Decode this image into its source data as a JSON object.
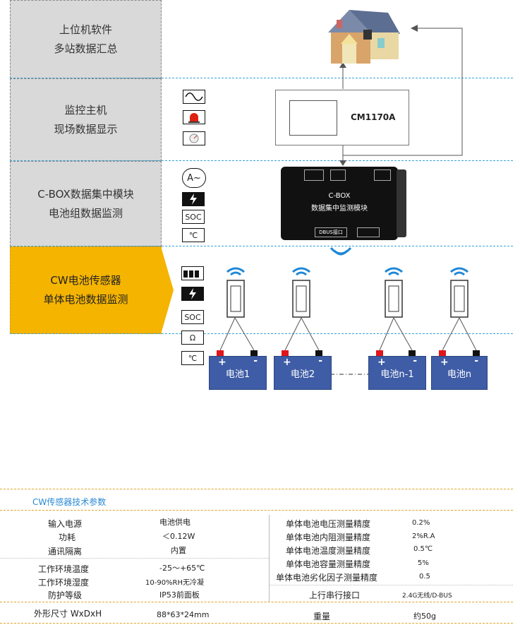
{
  "layers": [
    {
      "line1": "上位机软件",
      "line2": "多站数据汇总"
    },
    {
      "line1": "监控主机",
      "line2": "现场数据显示"
    },
    {
      "line1": "C-BOX数据集中模块",
      "line2": "电池组数据监测"
    },
    {
      "line1": "CW电池传感器",
      "line2": "单体电池数据监测"
    }
  ],
  "monitor": {
    "label": "CM1170A"
  },
  "cbox": {
    "line1": "C-BOX",
    "line2": "数据集中监测模块",
    "port": "DBUS接口"
  },
  "icons": {
    "a_meter": "A~",
    "soc": "SOC",
    "ohm": "Ω",
    "celsius": "℃"
  },
  "batteries": [
    {
      "label": "电池1"
    },
    {
      "label": "电池2"
    },
    {
      "label": "电池n-1"
    },
    {
      "label": "电池n"
    }
  ],
  "terminal_signs": {
    "plus": "+",
    "minus": "-"
  },
  "specs": {
    "title": "CW传感器技术参数",
    "left_rows": [
      {
        "name": "输入电源",
        "value": "电池供电"
      },
      {
        "name": "功耗",
        "value": "＜0.12W"
      },
      {
        "name": "通讯隔离",
        "value": "内置"
      },
      {
        "name": "工作环境温度",
        "value": "-25～+65℃"
      },
      {
        "name": "工作环境湿度",
        "value": "10-90%RH无冷凝"
      },
      {
        "name": "防护等级",
        "value": "IP53前面板"
      },
      {
        "name": "外形尺寸 WxDxH",
        "value": "88*63*24mm"
      }
    ],
    "right_rows": [
      {
        "name": "单体电池电压测量精度",
        "value": "0.2%"
      },
      {
        "name": "单体电池内阻测量精度",
        "value": "2%R.A"
      },
      {
        "name": "单体电池温度测量精度",
        "value": "0.5℃"
      },
      {
        "name": "单体电池容量测量精度",
        "value": "5%"
      },
      {
        "name": "单体电池劣化因子测量精度",
        "value": "0.5"
      },
      {
        "name": "上行串行接口",
        "value": "2.4G无线/D-BUS"
      },
      {
        "name": "重量",
        "value": "约50g"
      }
    ]
  },
  "colors": {
    "active_layer": "#f5b400",
    "battery": "#3f5da6",
    "divider": "#36a3d9",
    "spec_divider": "#e0a526",
    "title": "#2a8ad4"
  }
}
